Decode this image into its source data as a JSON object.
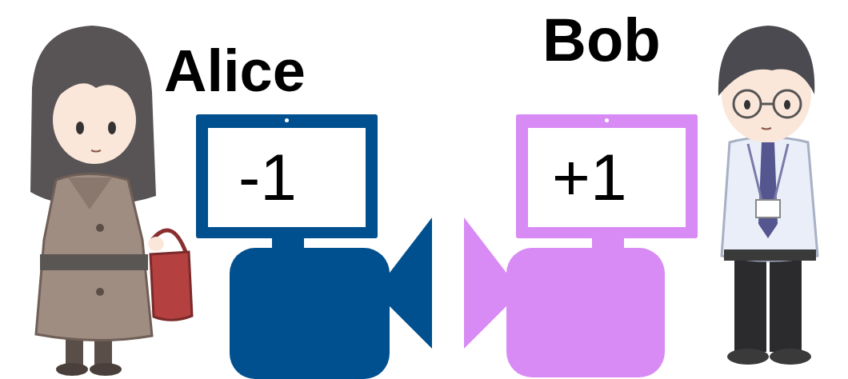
{
  "diagram": {
    "nodes": [
      {
        "text": [
          "-1"
        ]
      },
      {
        "text": [
          "+1"
        ]
      }
    ],
    "labels": [
      "Alice",
      "Bob"
    ]
  }
}
